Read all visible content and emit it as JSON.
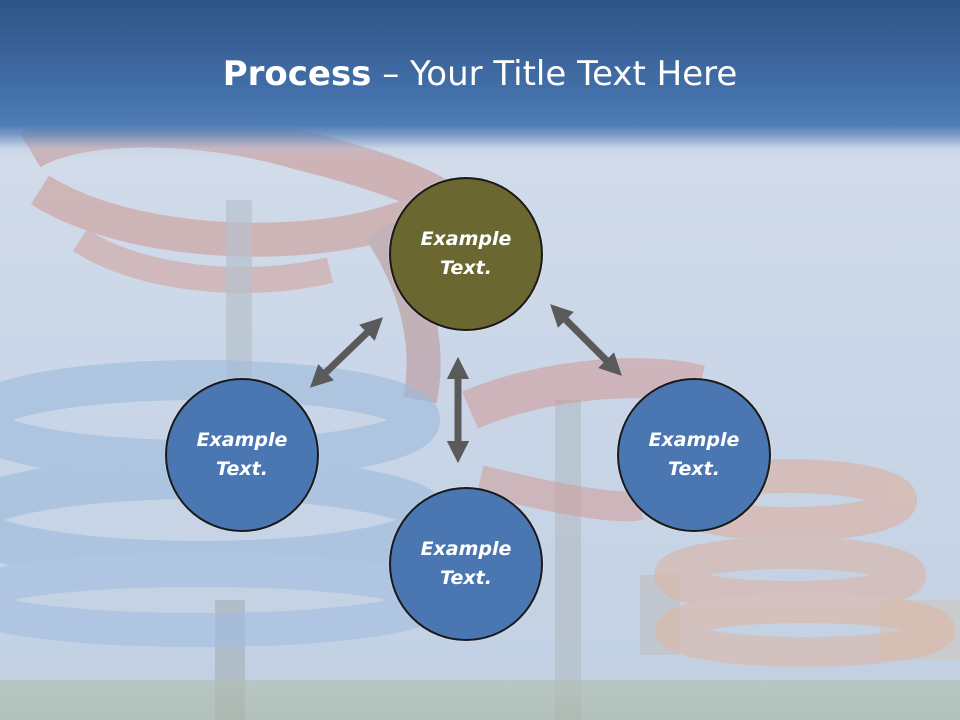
{
  "slide": {
    "title_bold": "Process",
    "title_rest": " – Your Title Text Here"
  },
  "diagram": {
    "nodes": [
      {
        "id": "top",
        "text": "Example Text.",
        "color": "#6b6731"
      },
      {
        "id": "left",
        "text": "Example Text.",
        "color": "#4a77b2"
      },
      {
        "id": "right",
        "text": "Example Text.",
        "color": "#4a77b2"
      },
      {
        "id": "bottom",
        "text": "Example Text.",
        "color": "#4a77b2"
      }
    ],
    "arrow_color": "#5a5a5a"
  },
  "colors": {
    "title_bar": "#3a6298",
    "olive": "#6b6731",
    "blue": "#4a77b2"
  }
}
